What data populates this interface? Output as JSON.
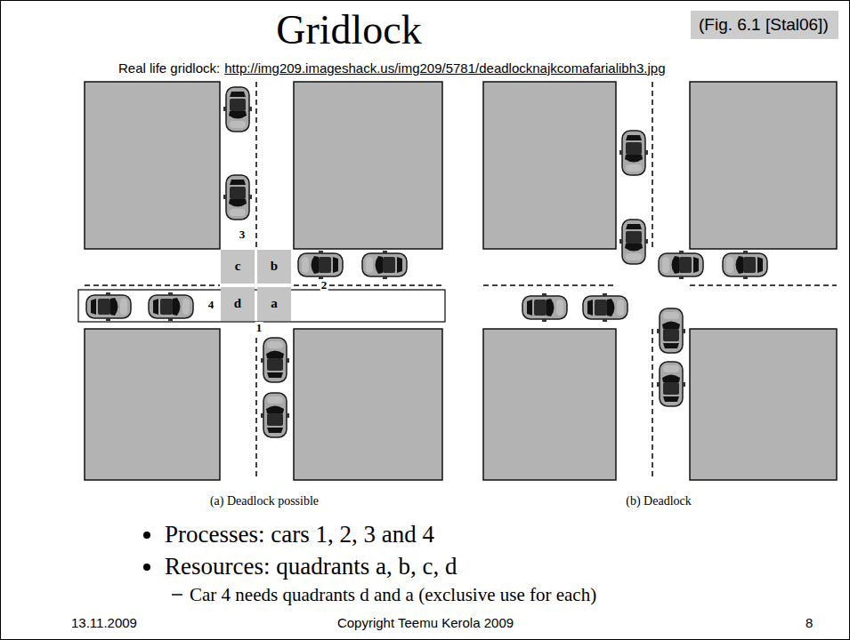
{
  "diagram": {
    "title": "Gridlock",
    "nodes": [
      {
        "text": [
          "(Fig. 6.1 [Stal06])"
        ]
      },
      {
        "text": [
          "c"
        ]
      },
      {
        "text": [
          "b"
        ]
      },
      {
        "text": [
          "d"
        ]
      },
      {
        "text": [
          "a"
        ]
      }
    ],
    "labels": [
      "Real life gridlock:",
      "http://img209.imageshack.us/img209/5781/deadlocknajkcomafarialibh3.jpg",
      "3",
      "2",
      "4",
      "1",
      "(a) Deadlock possible",
      "(b) Deadlock",
      "Processes: cars 1, 2, 3 and 4",
      "Resources: quadrants a, b, c, d",
      "Car 4 needs quadrants d and a (exclusive use for each)",
      "13.11.2009",
      "Copyright Teemu Kerola 2009",
      "8"
    ]
  }
}
